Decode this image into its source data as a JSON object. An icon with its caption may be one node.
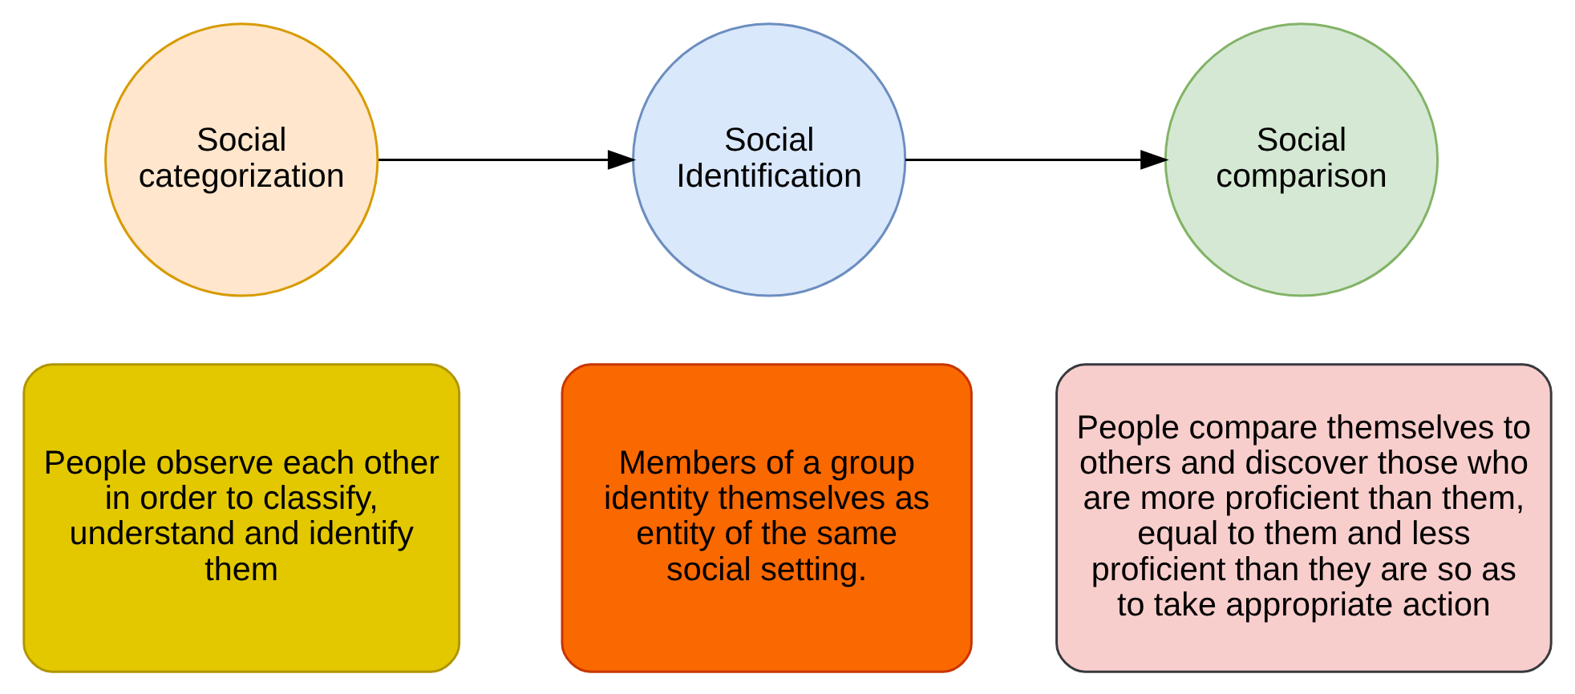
{
  "diagram": {
    "nodes": [
      {
        "text": [
          "Social categorization"
        ]
      },
      {
        "text": [
          "Social Identification"
        ]
      },
      {
        "text": [
          "Social comparison"
        ]
      },
      {
        "text": [
          "People observe each other in order to classify, understand and identify them"
        ]
      },
      {
        "text": [
          "Members of a group identity themselves as entity of the same social setting."
        ]
      },
      {
        "text": [
          "People compare themselves to others and discover those who are more proficient than them, equal to them and less proficient than they are so as to take appropriate action"
        ]
      }
    ],
    "edges": [
      {
        "from": 0,
        "to": 1,
        "arrow": "to"
      },
      {
        "from": 1,
        "to": 2,
        "arrow": "to"
      }
    ]
  }
}
